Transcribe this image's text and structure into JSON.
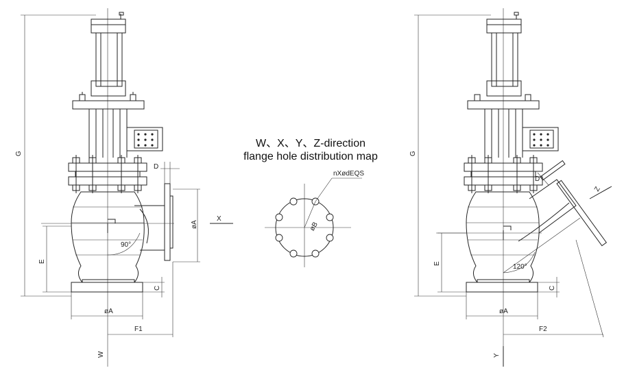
{
  "title": {
    "line1": "W、X、Y、Z-direction",
    "line2": "flange hole distribution map"
  },
  "left_view": {
    "label_G": "G",
    "label_E": "E",
    "label_D": "D",
    "label_C": "C",
    "label_phiA_bottom": "øA",
    "label_phiA_side": "øA",
    "label_F1": "F1",
    "label_angle": "90°",
    "label_X": "X",
    "label_W": "W"
  },
  "right_view": {
    "label_G": "G",
    "label_E": "E",
    "label_D": "D",
    "label_C": "C",
    "label_phiA_bottom": "øA",
    "label_F2": "F2",
    "label_angle": "120°",
    "label_Z": "Z",
    "label_Y": "Y"
  },
  "flange_map": {
    "hole_note": "nXødEQS",
    "bolt_circle_label": "øB"
  }
}
